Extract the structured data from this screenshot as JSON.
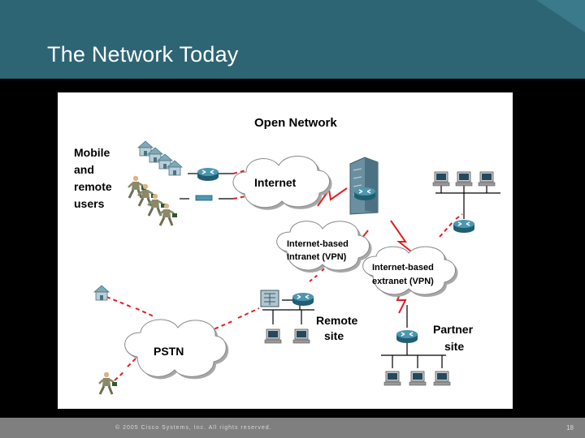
{
  "slide": {
    "title": "The Network Today",
    "copyright": "© 2005 Cisco Systems, Inc. All rights reserved.",
    "page_number": "18"
  },
  "diagram": {
    "heading": "Open Network",
    "mobile_label": [
      "Mobile",
      "and",
      "remote",
      "users"
    ],
    "internet_label": "Internet",
    "intranet_label": [
      "Internet-based",
      "Intranet (VPN)"
    ],
    "extranet_label": [
      "Internet-based",
      "extranet (VPN)"
    ],
    "pstn_label": "PSTN",
    "remote_site_label": [
      "Remote",
      "site"
    ],
    "partner_site_label": [
      "Partner",
      "site"
    ]
  },
  "colors": {
    "header": "#2e6574",
    "footer": "#7f7f7f",
    "link_red": "#e02020",
    "router": "#2f7a94",
    "cloud_fill": "#ffffff",
    "cloud_shadow": "#a8a8a8"
  },
  "icons": [
    "house-icon",
    "router-icon",
    "building-icon",
    "computer-icon",
    "firewall-icon",
    "person-icon",
    "cloud-icon",
    "modem-icon"
  ]
}
